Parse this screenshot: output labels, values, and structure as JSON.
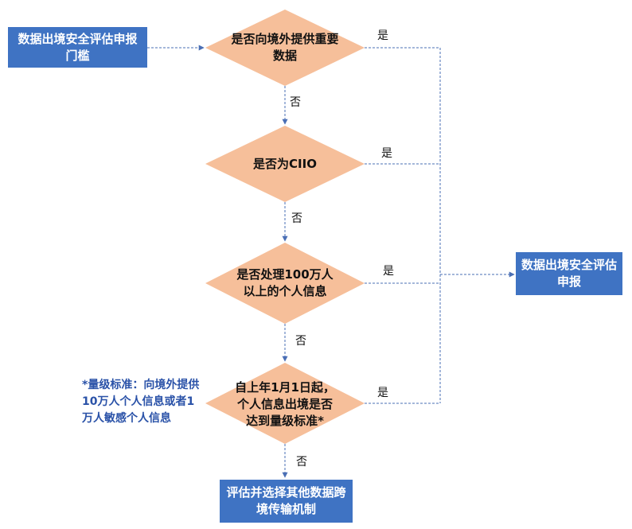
{
  "colors": {
    "box": "#3f73c3",
    "diamond": "#f6bf9a",
    "arrow": "#4a6fb5",
    "note": "#2a52a8"
  },
  "start_box": "数据出境安全评估申报门槛",
  "result_box": "数据出境安全评估申报",
  "end_box": "评估并选择其他数据跨境传输机制",
  "decisions": [
    {
      "text": "是否向境外提供重要数据",
      "yes": "是",
      "no": "否"
    },
    {
      "text": "是否为CIIO",
      "yes": "是",
      "no": "否"
    },
    {
      "text": "是否处理100万人以上的个人信息",
      "yes": "是",
      "no": "否"
    },
    {
      "text": "自上年1月1日起，个人信息出境是否达到量级标准*",
      "yes": "是",
      "no": "否"
    }
  ],
  "note": "*量级标准：向境外提供10万人个人信息或者1万人敏感个人信息"
}
